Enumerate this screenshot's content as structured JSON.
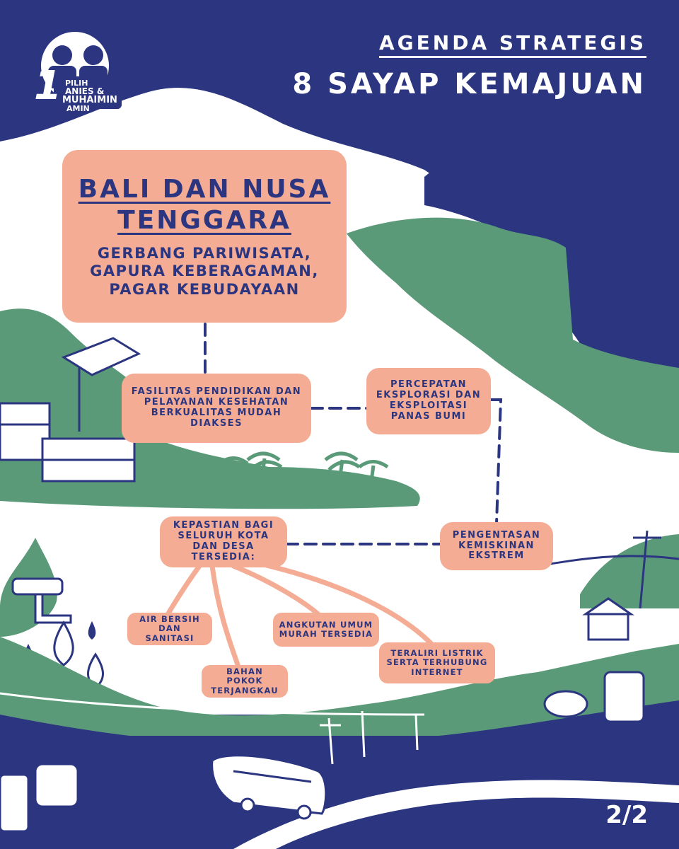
{
  "header": {
    "line1": "AGENDA STRATEGIS",
    "line2": "8 SAYAP KEMAJUAN"
  },
  "logo": {
    "number": "1",
    "pilih": "PILIH",
    "names_1": "ANIES &",
    "names_2": "MUHAIMIN",
    "amin": "AMIN"
  },
  "main": {
    "title": "BALI DAN NUSA TENGGARA",
    "subtitle": "GERBANG PARIWISATA, GAPURA KEBERAGAMAN, PAGAR KEBUDAYAAN"
  },
  "nodes": {
    "fasilitas": "FASILITAS PENDIDIKAN DAN PELAYANAN KESEHATAN BERKUALITAS MUDAH DIAKSES",
    "percepatan": "PERCEPATAN EKSPLORASI DAN EKSPLOITASI PANAS BUMI",
    "pengentasan": "PENGENTASAN KEMISKINAN EKSTREM",
    "kepastian": "KEPASTIAN BAGI SELURUH KOTA DAN DESA TERSEDIA:",
    "air": "AIR BERSIH DAN SANITASI",
    "angkutan": "ANGKUTAN UMUM MURAH TERSEDIA",
    "listrik": "TERALIRI LISTRIK SERTA TERHUBUNG INTERNET",
    "bahan": "BAHAN POKOK TERJANGKAU"
  },
  "page_number": "2/2",
  "colors": {
    "navy": "#2b3580",
    "salmon": "#f4ad94",
    "green": "#5a9a78",
    "white": "#ffffff"
  },
  "icons": [
    "graduation-cap-icon",
    "water-tap-icon",
    "water-drop-icon",
    "bus-icon",
    "palm-tree-icon",
    "power-pole-icon"
  ]
}
